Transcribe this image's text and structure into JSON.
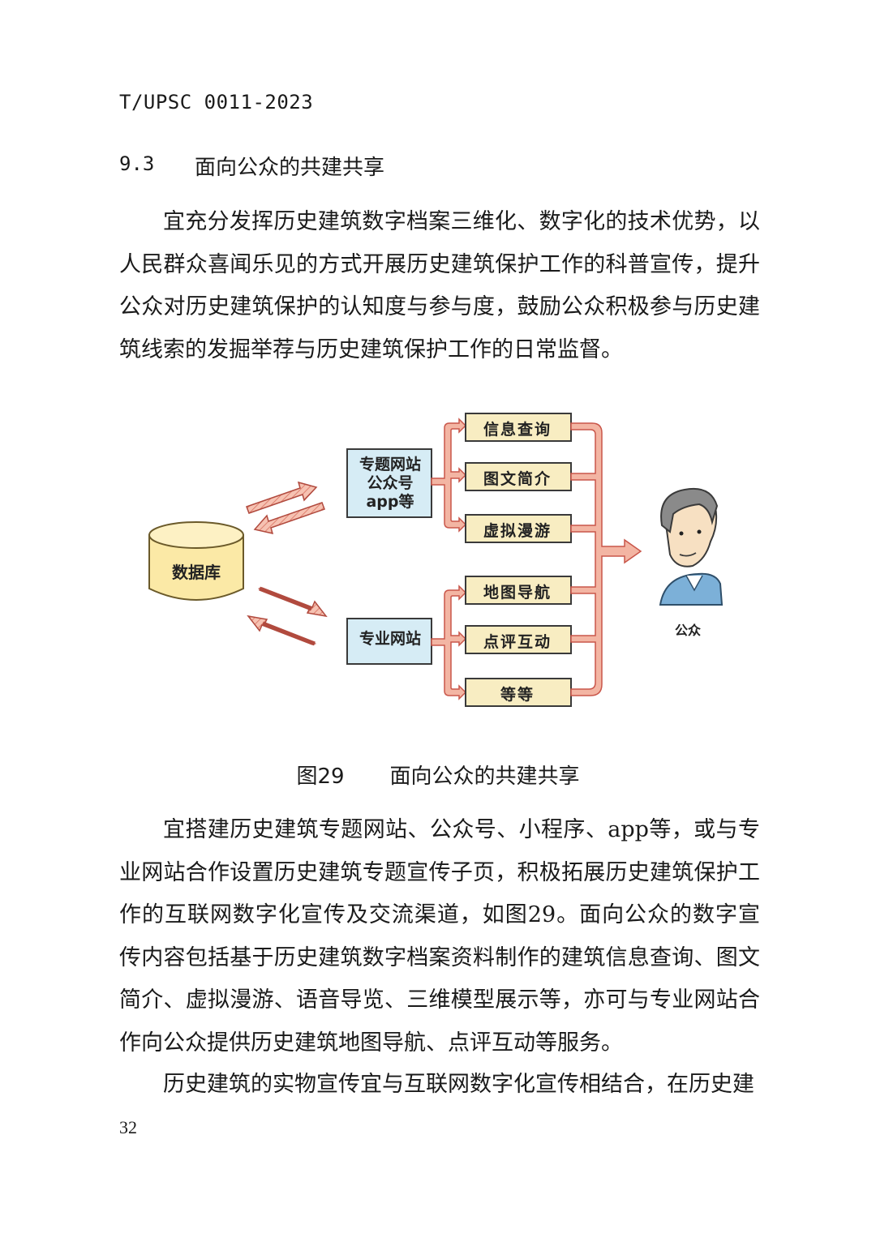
{
  "header": {
    "doc_code": "T/UPSC 0011-2023"
  },
  "section": {
    "number": "9.3",
    "title": "面向公众的共建共享"
  },
  "paragraphs": [
    "宜充分发挥历史建筑数字档案三维化、数字化的技术优势，以人民群众喜闻乐见的方式开展历史建筑保护工作的科普宣传，提升公众对历史建筑保护的认知度与参与度，鼓励公众积极参与历史建筑线索的发掘举荐与历史建筑保护工作的日常监督。",
    "宜搭建历史建筑专题网站、公众号、小程序、app等，或与专业网站合作设置历史建筑专题宣传子页，积极拓展历史建筑保护工作的互联网数字化宣传及交流渠道，如图29。面向公众的数字宣传内容包括基于历史建筑数字档案资料制作的建筑信息查询、图文简介、虚拟漫游、语音导览、三维模型展示等，亦可与专业网站合作向公众提供历史建筑地图导航、点评互动等服务。",
    "历史建筑的实物宣传宜与互联网数字化宣传相结合，在历史建"
  ],
  "figure": {
    "database_label": "数据库",
    "channel_a_lines": [
      "专题网站",
      "公众号",
      "app等"
    ],
    "channel_b_label": "专业网站",
    "channel_a_items": [
      "信息查询",
      "图文简介",
      "虚拟漫游"
    ],
    "channel_b_items": [
      "地图导航",
      "点评互动",
      "等等"
    ],
    "audience_label": "公众",
    "caption_number": "图29",
    "caption_title": "面向公众的共建共享",
    "colors": {
      "cylinder_fill": "#fbe9a6",
      "box_fill": "#d6ecf5",
      "leaf_fill": "#f8edc2",
      "arrow_fill": "#f3b5a3",
      "arrow_stroke": "#c9564a",
      "shirt": "#7cb0d8"
    }
  },
  "footer": {
    "page_number": "32"
  }
}
